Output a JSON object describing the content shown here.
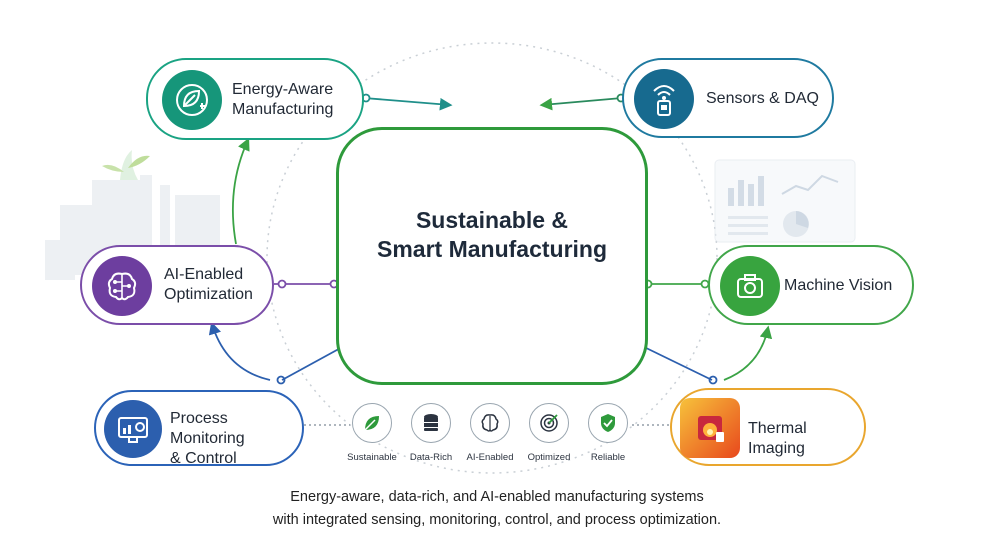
{
  "center": {
    "title_line1": "Sustainable &",
    "title_line2": "Smart Manufacturing"
  },
  "nodes": {
    "energy": {
      "line1": "Energy-Aware",
      "line2": "Manufacturing",
      "icon": "leaf-plug-icon",
      "color": "#16967a"
    },
    "sensors": {
      "line1": "Sensors & DAQ",
      "icon": "wireless-sensor-icon",
      "color": "#176a8f"
    },
    "ai": {
      "line1": "AI-Enabled",
      "line2": "Optimization",
      "icon": "brain-circuit-icon",
      "color": "#6d3e9f"
    },
    "vision": {
      "line1": "Machine Vision",
      "icon": "camera-icon",
      "color": "#38a43f"
    },
    "process": {
      "line1": "Process Monitoring",
      "line2": "& Control",
      "icon": "monitor-dashboard-icon",
      "color": "#2c5fae"
    },
    "thermal": {
      "line1": "Thermal Imaging",
      "icon": "thermal-camera-icon",
      "color": "#f28a1c"
    }
  },
  "features": [
    {
      "label": "Sustainable",
      "icon": "leaf-icon"
    },
    {
      "label": "Data-Rich",
      "icon": "database-icon"
    },
    {
      "label": "AI-Enabled",
      "icon": "brain-icon"
    },
    {
      "label": "Optimized",
      "icon": "target-icon"
    },
    {
      "label": "Reliable",
      "icon": "shield-check-icon"
    }
  ],
  "caption": {
    "line1": "Energy-aware, data-rich, and AI-enabled manufacturing systems",
    "line2": "with integrated sensing, monitoring, control, and process optimization."
  }
}
